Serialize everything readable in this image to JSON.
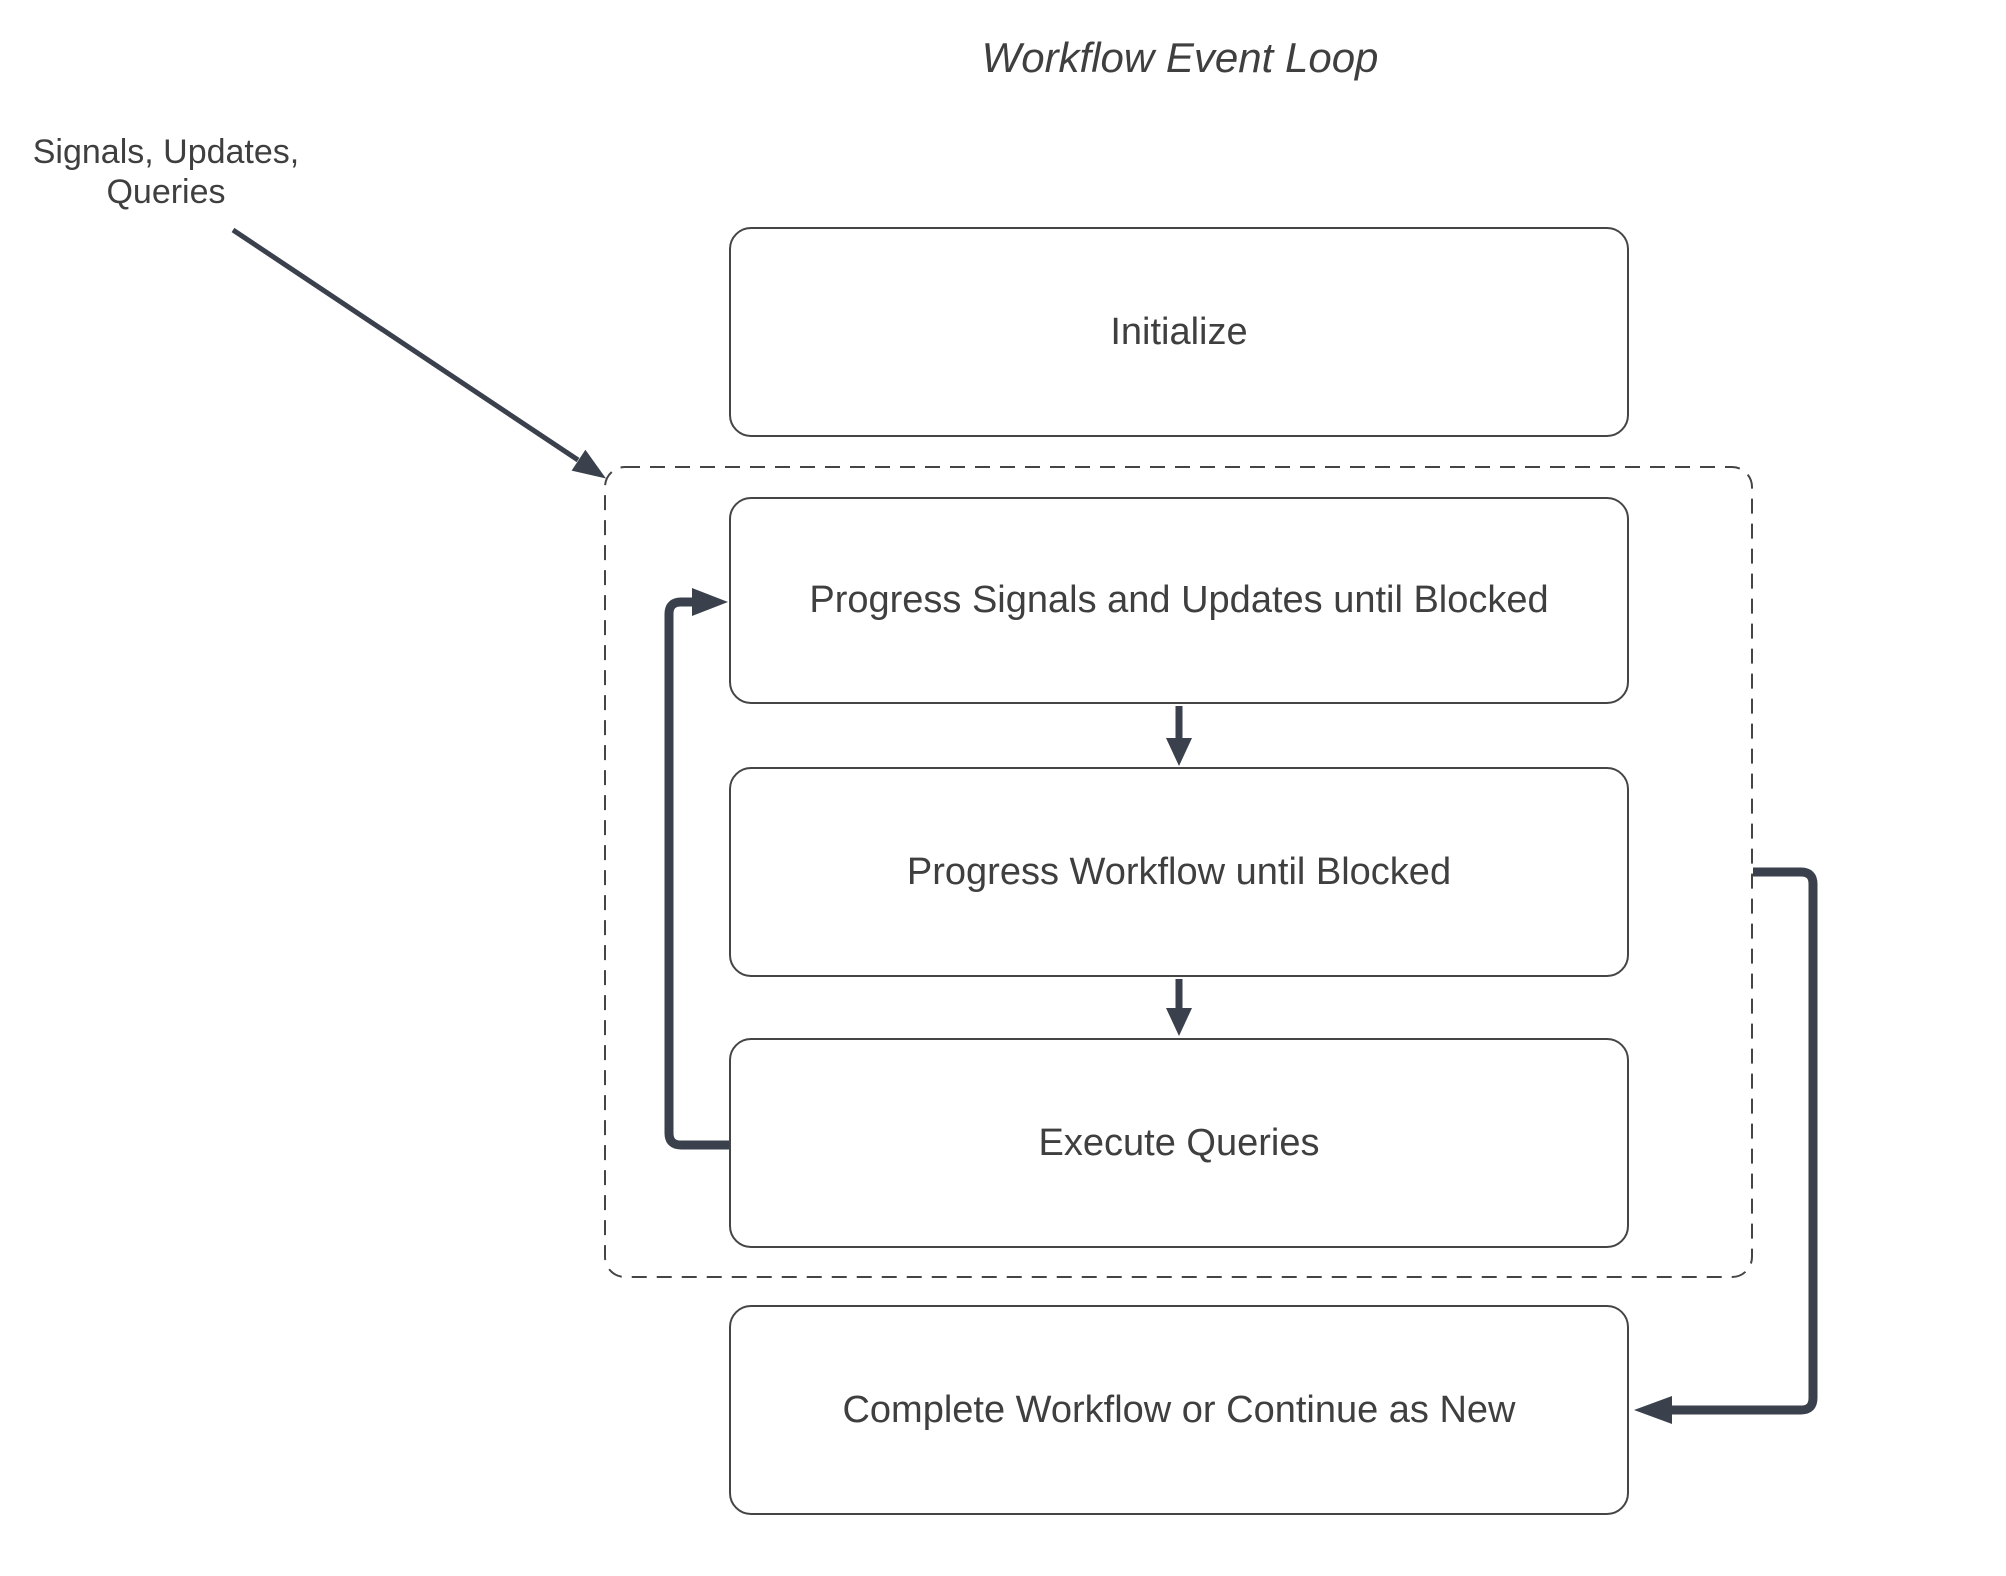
{
  "title": "Workflow Event Loop",
  "annotation": {
    "text": "Signals, Updates,\nQueries"
  },
  "nodes": {
    "initialize": {
      "label": "Initialize"
    },
    "progress_signals": {
      "label": "Progress Signals and Updates until Blocked"
    },
    "progress_workflow": {
      "label": "Progress Workflow until Blocked"
    },
    "execute_queries": {
      "label": "Execute Queries"
    },
    "complete": {
      "label": "Complete Workflow or Continue as New"
    }
  },
  "connections": {
    "signals_to_loop": "Signals/Updates/Queries into event loop",
    "signals_to_workflow": "Progress Signals and Updates until Blocked -> Progress Workflow until Blocked",
    "workflow_to_queries": "Progress Workflow until Blocked -> Execute Queries",
    "queries_loop_back": "Execute Queries -> Progress Signals and Updates until Blocked",
    "loop_to_complete": "Event loop -> Complete Workflow or Continue as New"
  },
  "colors": {
    "arrow": "#3a414c",
    "border": "#454545",
    "text": "#3f3f3f",
    "bg": "#ffffff"
  }
}
